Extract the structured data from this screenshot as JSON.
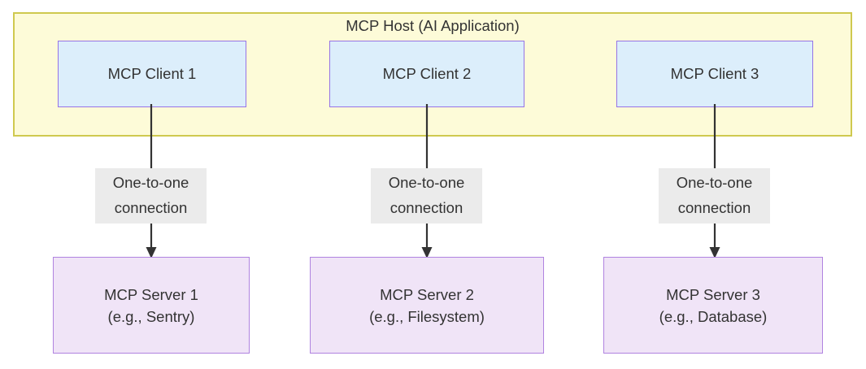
{
  "diagram": {
    "title": "MCP Host (AI Application)",
    "colors": {
      "host_fill": "#fdfbd8",
      "host_border": "#cfc94f",
      "client_fill": "#dceefb",
      "client_border": "#9673e6",
      "server_fill": "#f0e4f7",
      "server_border": "#b083e0",
      "label_fill": "#ebebeb",
      "text": "#333333",
      "arrow": "#333333"
    },
    "clients": [
      {
        "label": "MCP Client 1"
      },
      {
        "label": "MCP Client 2"
      },
      {
        "label": "MCP Client 3"
      }
    ],
    "connections": [
      {
        "line1": "One-to-one",
        "line2": "connection"
      },
      {
        "line1": "One-to-one",
        "line2": "connection"
      },
      {
        "line1": "One-to-one",
        "line2": "connection"
      }
    ],
    "servers": [
      {
        "line1": "MCP Server 1",
        "line2": "(e.g., Sentry)"
      },
      {
        "line1": "MCP Server 2",
        "line2": "(e.g., Filesystem)"
      },
      {
        "line1": "MCP Server 3",
        "line2": "(e.g., Database)"
      }
    ]
  }
}
